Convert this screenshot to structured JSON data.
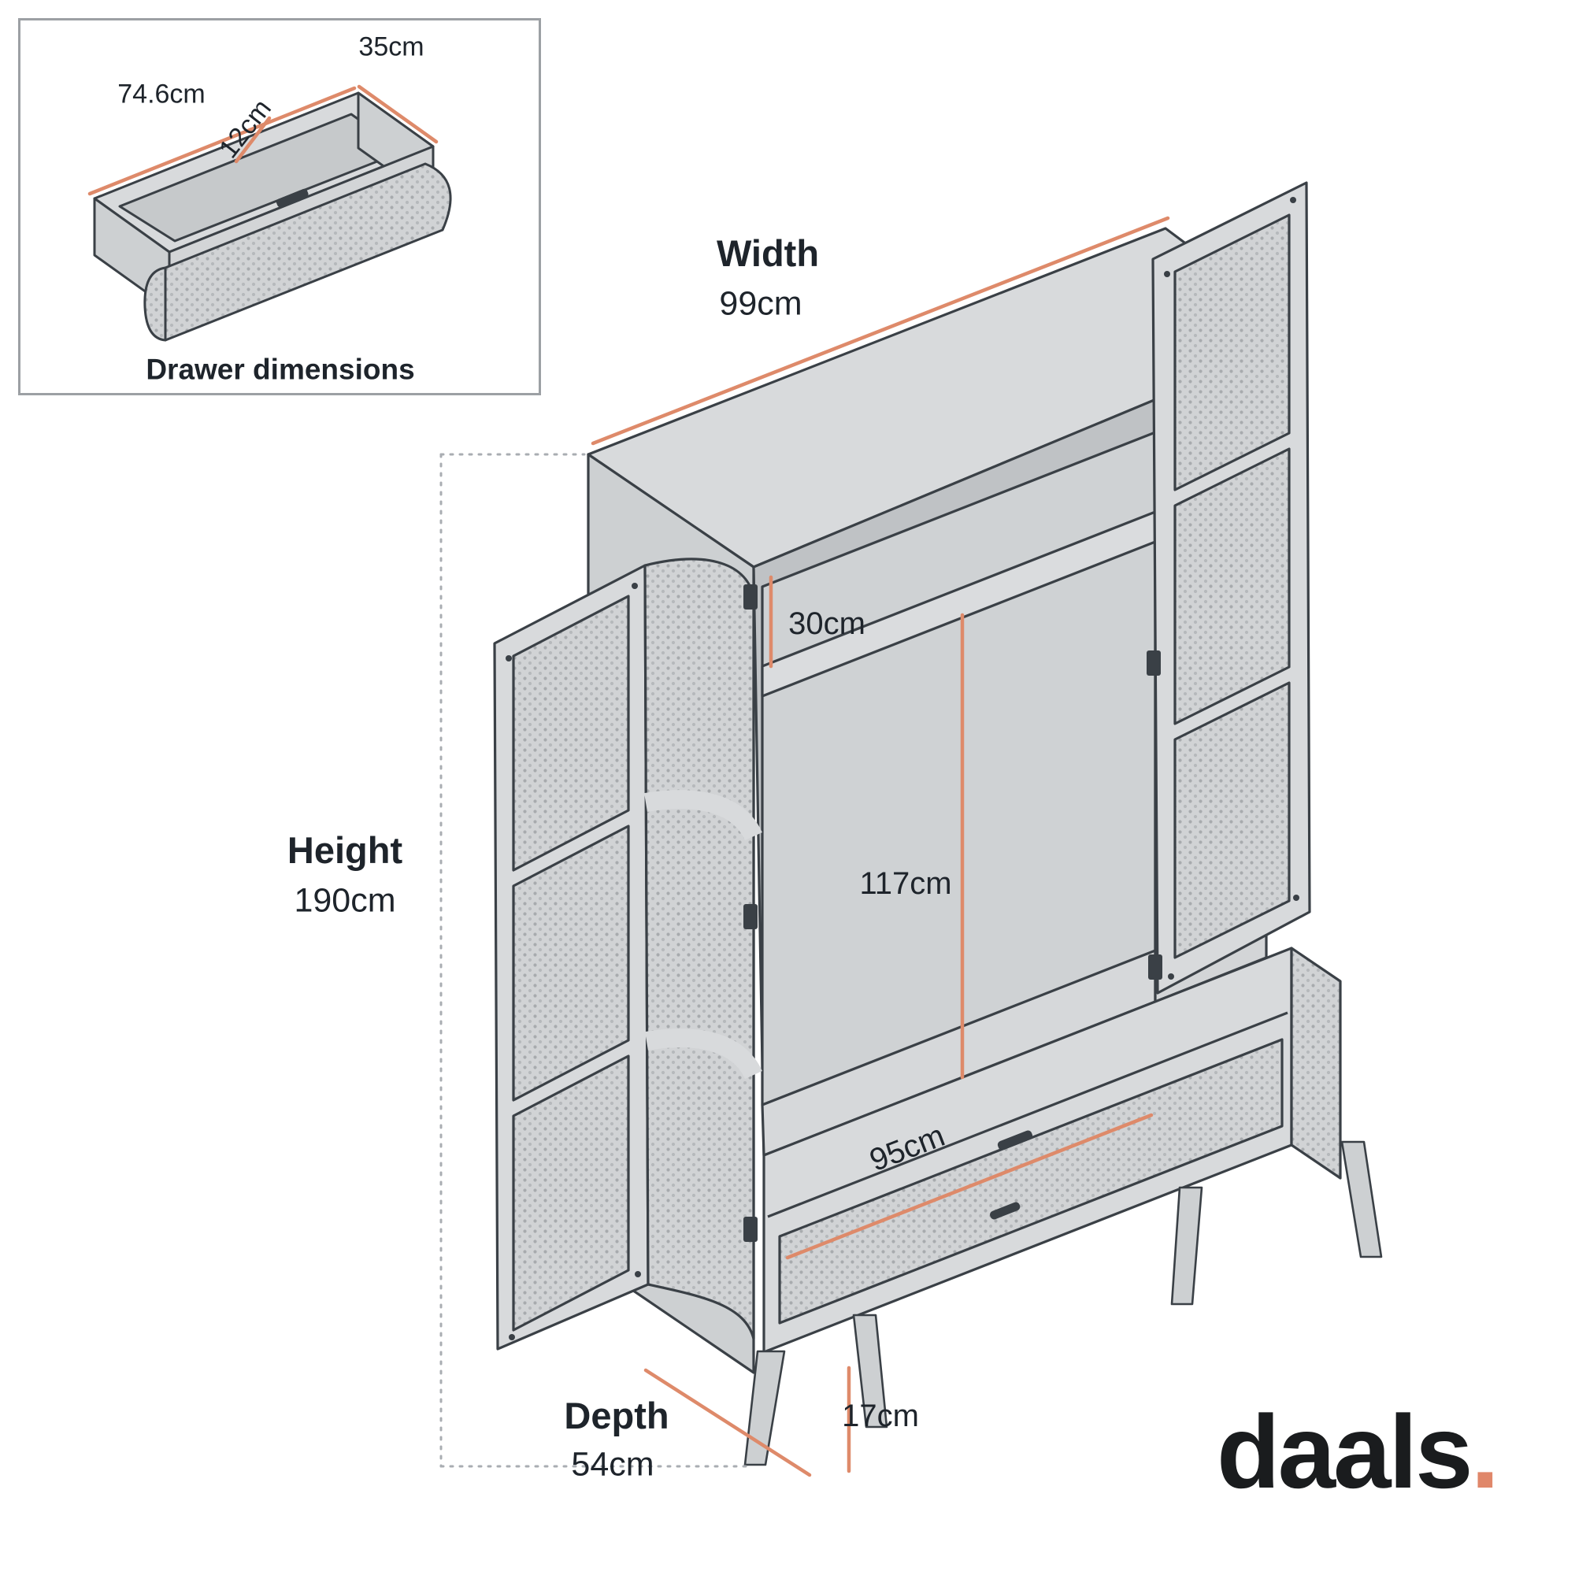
{
  "inset": {
    "title": "Drawer dimensions",
    "width_label": "74.6cm",
    "depth_label": "35cm",
    "height_label": "12cm"
  },
  "wardrobe": {
    "width_label": "Width",
    "width_value": "99cm",
    "height_label": "Height",
    "height_value": "190cm",
    "depth_label": "Depth",
    "depth_value": "54cm",
    "top_section_value": "30cm",
    "interior_height_value": "117cm",
    "interior_width_value": "95cm",
    "leg_height_value": "17cm"
  },
  "brand": {
    "name": "daals",
    "dot": "."
  },
  "colors": {
    "dimension_line": "#DE8A6A",
    "outline": "#3A4046",
    "panel_fill": "#D8DADC",
    "mesh_dot": "#A8ABAE",
    "text": "#1E242B",
    "brand_text": "#1A1C1E",
    "brand_dot": "#E0876A",
    "guide_dotted": "#A9ADB2"
  }
}
